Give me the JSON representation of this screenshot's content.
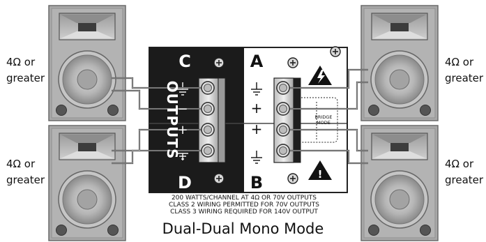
{
  "speakers": [
    {
      "id": "top-left",
      "label_line1": "4Ω or",
      "label_line2": "greater"
    },
    {
      "id": "bottom-left",
      "label_line1": "4Ω or",
      "label_line2": "greater"
    },
    {
      "id": "top-right",
      "label_line1": "4Ω or",
      "label_line2": "greater"
    },
    {
      "id": "bottom-right",
      "label_line1": "4Ω or",
      "label_line2": "greater"
    }
  ],
  "panel": {
    "outputs_label": "OUTPUTS",
    "channel_c": "C",
    "channel_d": "D",
    "channel_a": "A",
    "channel_b": "B",
    "bridge_line1": "BRIDGE",
    "bridge_line2": "MODE",
    "plus": "+",
    "minus": "−",
    "warning_mark": "!"
  },
  "notes": {
    "line1": "200 WATTS/CHANNEL AT 4Ω OR 70V OUTPUTS",
    "line2": "CLASS 2 WIRING PERMITTED FOR 70V OUTPUTS",
    "line3": "CLASS 3 WIRING REQUIRED FOR 140V OUTPUT"
  },
  "caption": "Dual-Dual Mono Mode",
  "colors": {
    "cabinet": "#a9a9a9",
    "panel_dark": "#1b1b1b",
    "wire": "#333333"
  }
}
